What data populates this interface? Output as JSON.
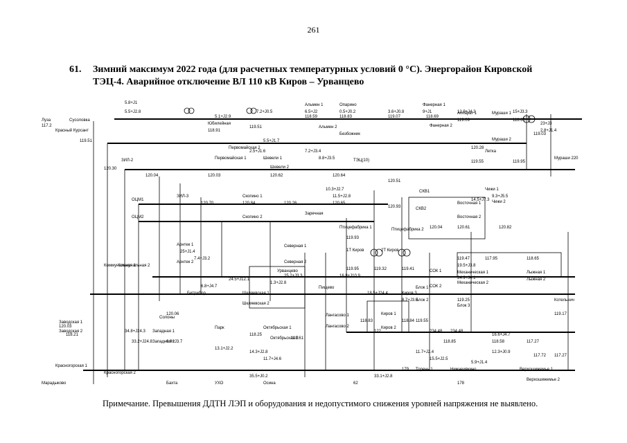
{
  "page_number": "261",
  "heading": {
    "number": "61.",
    "line1": "Зимний максимум 2022 года (для расчетных температурных условий 0 °С). Энергорайон Кировской",
    "line2": "ТЭЦ-4. Аварийное отключение ВЛ 110 кВ Киров – Урванцево"
  },
  "note": "Примечание. Превышения ДДТН ЛЭП и оборудования и недопустимого снижения уровней напряжения не выявлено.",
  "labels": [
    "Луза",
    "Суcоловка",
    "Красный Курсант",
    "Юбилейная",
    "Альмен 1",
    "Опарино",
    "Фанерная 1",
    "Фанерная 2",
    "Аппарат 1",
    "Альмен 2",
    "Безбожник",
    "Мураши 1",
    "Мураши 2",
    "Летка",
    "Первомайская 2",
    "Первомайская 1",
    "Шевели 1",
    "Шевели 2",
    "ТЭЦ(10)",
    "Мураши 220",
    "ЗИЛ-2",
    "ЗИЛ-3",
    "ОЦМ1",
    "ОЦМ2",
    "Скопино 1",
    "Скопино 2",
    "Заречная",
    "СКВ1",
    "СКВ2",
    "Чижи 1",
    "Чижи 2",
    "Восточная 1",
    "Восточная 2",
    "Птицефабрика 1",
    "Птицефабрика 2",
    "Арнтек 1",
    "Арнтек 2",
    "Северная 1",
    "Северная 2",
    "1Т Киров",
    "2Т Киров",
    "Урванцево",
    "Механическая 1",
    "Механическая 2",
    "Лыжная 1",
    "Лыжная 2",
    "СОК 1",
    "СОК 2",
    "Блок 1",
    "Блок 2",
    "Блок 3",
    "Киров 1",
    "Киров 2",
    "Киров 3",
    "Битрибор",
    "Шкляевская 1",
    "Шкляевская 2",
    "Солоны",
    "Заводская 1",
    "Заводская 2",
    "Западная 1",
    "Западная 2",
    "Парк",
    "Октябрьская 1",
    "Октябрьская 2",
    "Лангасово 1",
    "Лангасово 2",
    "Пищево",
    "Красногорская 1",
    "Красногорская 2",
    "Марадыково",
    "Бахта",
    "УХО",
    "Осина",
    "Торень 1",
    "Нижнеивкино",
    "Верхошижемье 1",
    "Верхошижемье 2",
    "Котельнич",
    "Коммунальная 1",
    "Коммунальная 2"
  ],
  "values": [
    "117.2",
    "119.51",
    "118.91",
    "119.51",
    "118.59",
    "118.83",
    "119.07",
    "118.69",
    "119.09",
    "118.65",
    "119.03",
    "120.28",
    "119.55",
    "119.95",
    "120.30",
    "120.04",
    "120.03",
    "120.62",
    "120.64",
    "120.51",
    "120.70",
    "120.84",
    "120.26",
    "120.65",
    "120.93",
    "120.04",
    "120.61",
    "120.82",
    "119.93",
    "119.95",
    "119.32",
    "119.41",
    "119.47",
    "117.95",
    "118.65",
    "119.25",
    "120.06",
    "120.03",
    "118.21",
    "118.25",
    "118.61",
    "118.83",
    "118.84",
    "118.85",
    "118.58",
    "117.27",
    "117.72",
    "117.27",
    "119.17",
    "119.55",
    "234.48",
    "234.48",
    "122",
    "179",
    "178",
    "62"
  ],
  "flows": [
    "5.8+J1",
    "5.5+J2.8",
    "5.1+J2.9",
    "7.2+J0.5",
    "6.5+J2",
    "0.5+J0.2",
    "3.6+J0.8",
    "9+J1",
    "12.9+J4.2",
    "15+J3.3",
    "23+J3",
    "2.8+J1.4",
    "2.5+J1.6",
    "5.5+J1.7",
    "7.2+J3.4",
    "8.8+J3.5",
    "10.3+J2.7",
    "11.5+J2.8",
    "14.5+J7.3",
    "9.3+J5.5",
    "6.8+J4.7",
    "1.3+J2.8",
    "19.5+J3.8",
    "24.9+J4.1",
    "16.6+J4.7",
    "12.3+J0.9",
    "35.5+J0.2",
    "33.1+J2.8",
    "34.8+J24.3",
    "33.2+J24.8",
    "6.9+J3.7",
    "13.1+J2.2",
    "14.3+J2.8",
    "11.7+J4.6",
    "11.7+J2.4",
    "15.5+J2.5",
    "5.9+J1.4",
    "25+J1.4",
    "7.4+J3.2",
    "24.5+J12.1",
    "25.2+J3.3",
    "16.8+J10.9",
    "18.5+J24.4",
    "8.7+J3.9"
  ]
}
